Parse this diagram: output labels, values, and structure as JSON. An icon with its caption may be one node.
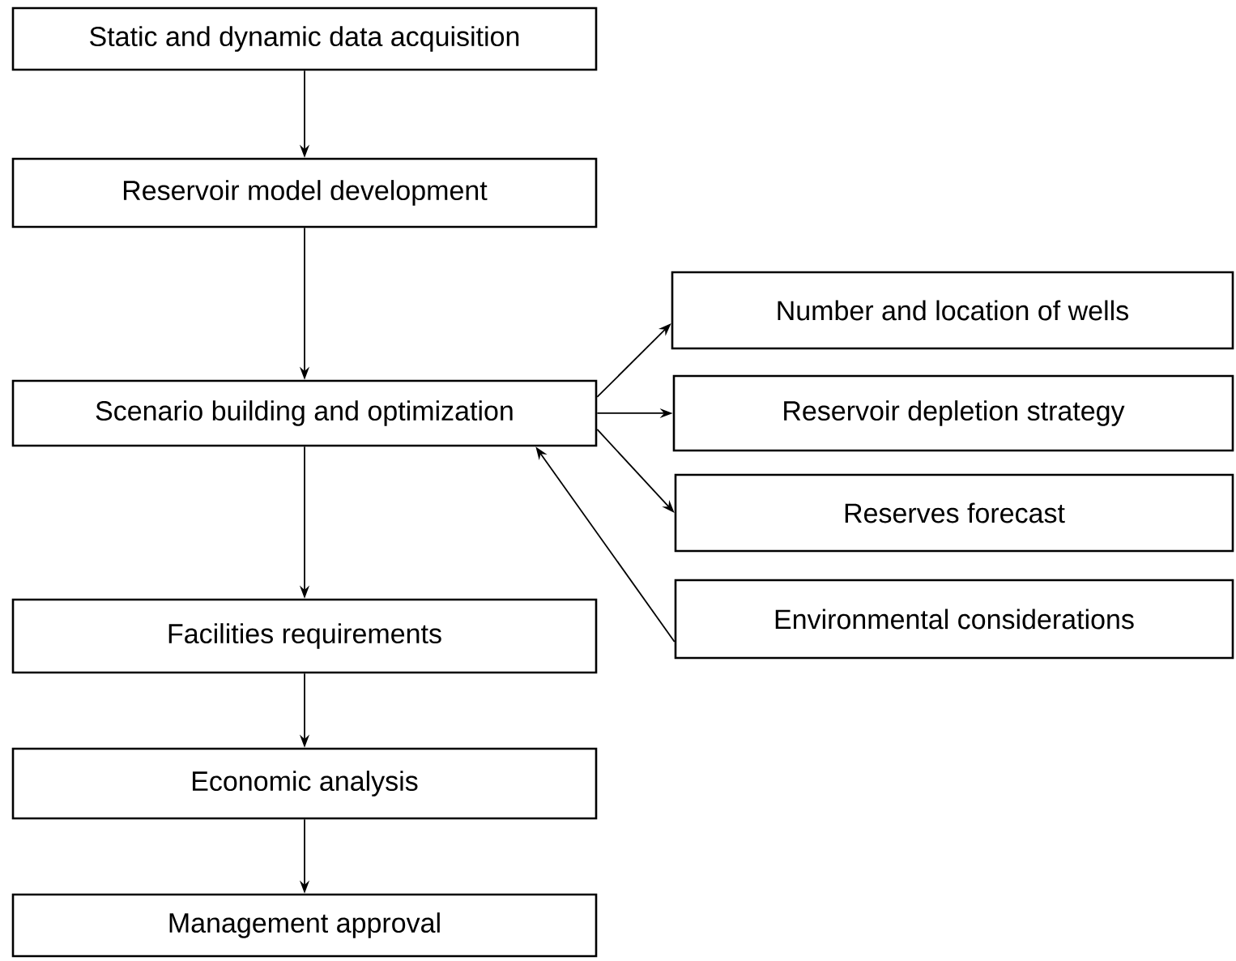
{
  "diagram": {
    "nodes": [
      {
        "text": [
          "Static and dynamic data acquisition"
        ]
      },
      {
        "text": [
          "Reservoir model development"
        ]
      },
      {
        "text": [
          "Scenario building and optimization"
        ]
      },
      {
        "text": [
          "Facilities requirements"
        ]
      },
      {
        "text": [
          "Economic analysis"
        ]
      },
      {
        "text": [
          "Management approval"
        ]
      },
      {
        "text": [
          "Number and location of wells"
        ]
      },
      {
        "text": [
          "Reservoir depletion strategy"
        ]
      },
      {
        "text": [
          "Reserves forecast"
        ]
      },
      {
        "text": [
          "Environmental considerations"
        ]
      }
    ],
    "edges": [
      {
        "from": 0,
        "to": 1,
        "arrow": "to"
      },
      {
        "from": 1,
        "to": 2,
        "arrow": "to"
      },
      {
        "from": 2,
        "to": 3,
        "arrow": "to"
      },
      {
        "from": 3,
        "to": 4,
        "arrow": "to"
      },
      {
        "from": 4,
        "to": 5,
        "arrow": "to"
      },
      {
        "from": 2,
        "to": 6,
        "arrow": "to"
      },
      {
        "from": 2,
        "to": 7,
        "arrow": "to"
      },
      {
        "from": 2,
        "to": 8,
        "arrow": "to"
      },
      {
        "from": 9,
        "to": 2,
        "arrow": "to"
      }
    ]
  }
}
